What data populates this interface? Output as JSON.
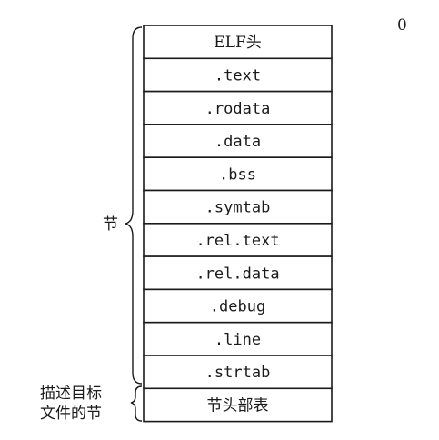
{
  "offset_label": "0",
  "sections": [
    {
      "label": "ELF头",
      "style": "serif"
    },
    {
      "label": ".text",
      "style": "mono"
    },
    {
      "label": ".rodata",
      "style": "mono"
    },
    {
      "label": ".data",
      "style": "mono"
    },
    {
      "label": ".bss",
      "style": "mono"
    },
    {
      "label": ".symtab",
      "style": "mono"
    },
    {
      "label": ".rel.text",
      "style": "mono"
    },
    {
      "label": ".rel.data",
      "style": "mono"
    },
    {
      "label": ".debug",
      "style": "mono"
    },
    {
      "label": ".line",
      "style": "mono"
    },
    {
      "label": ".strtab",
      "style": "mono"
    },
    {
      "label": "节头部表",
      "style": "serif"
    }
  ],
  "groups": {
    "sections_label": "节",
    "header_table_label_line1": "描述目标",
    "header_table_label_line2": "文件的节"
  }
}
